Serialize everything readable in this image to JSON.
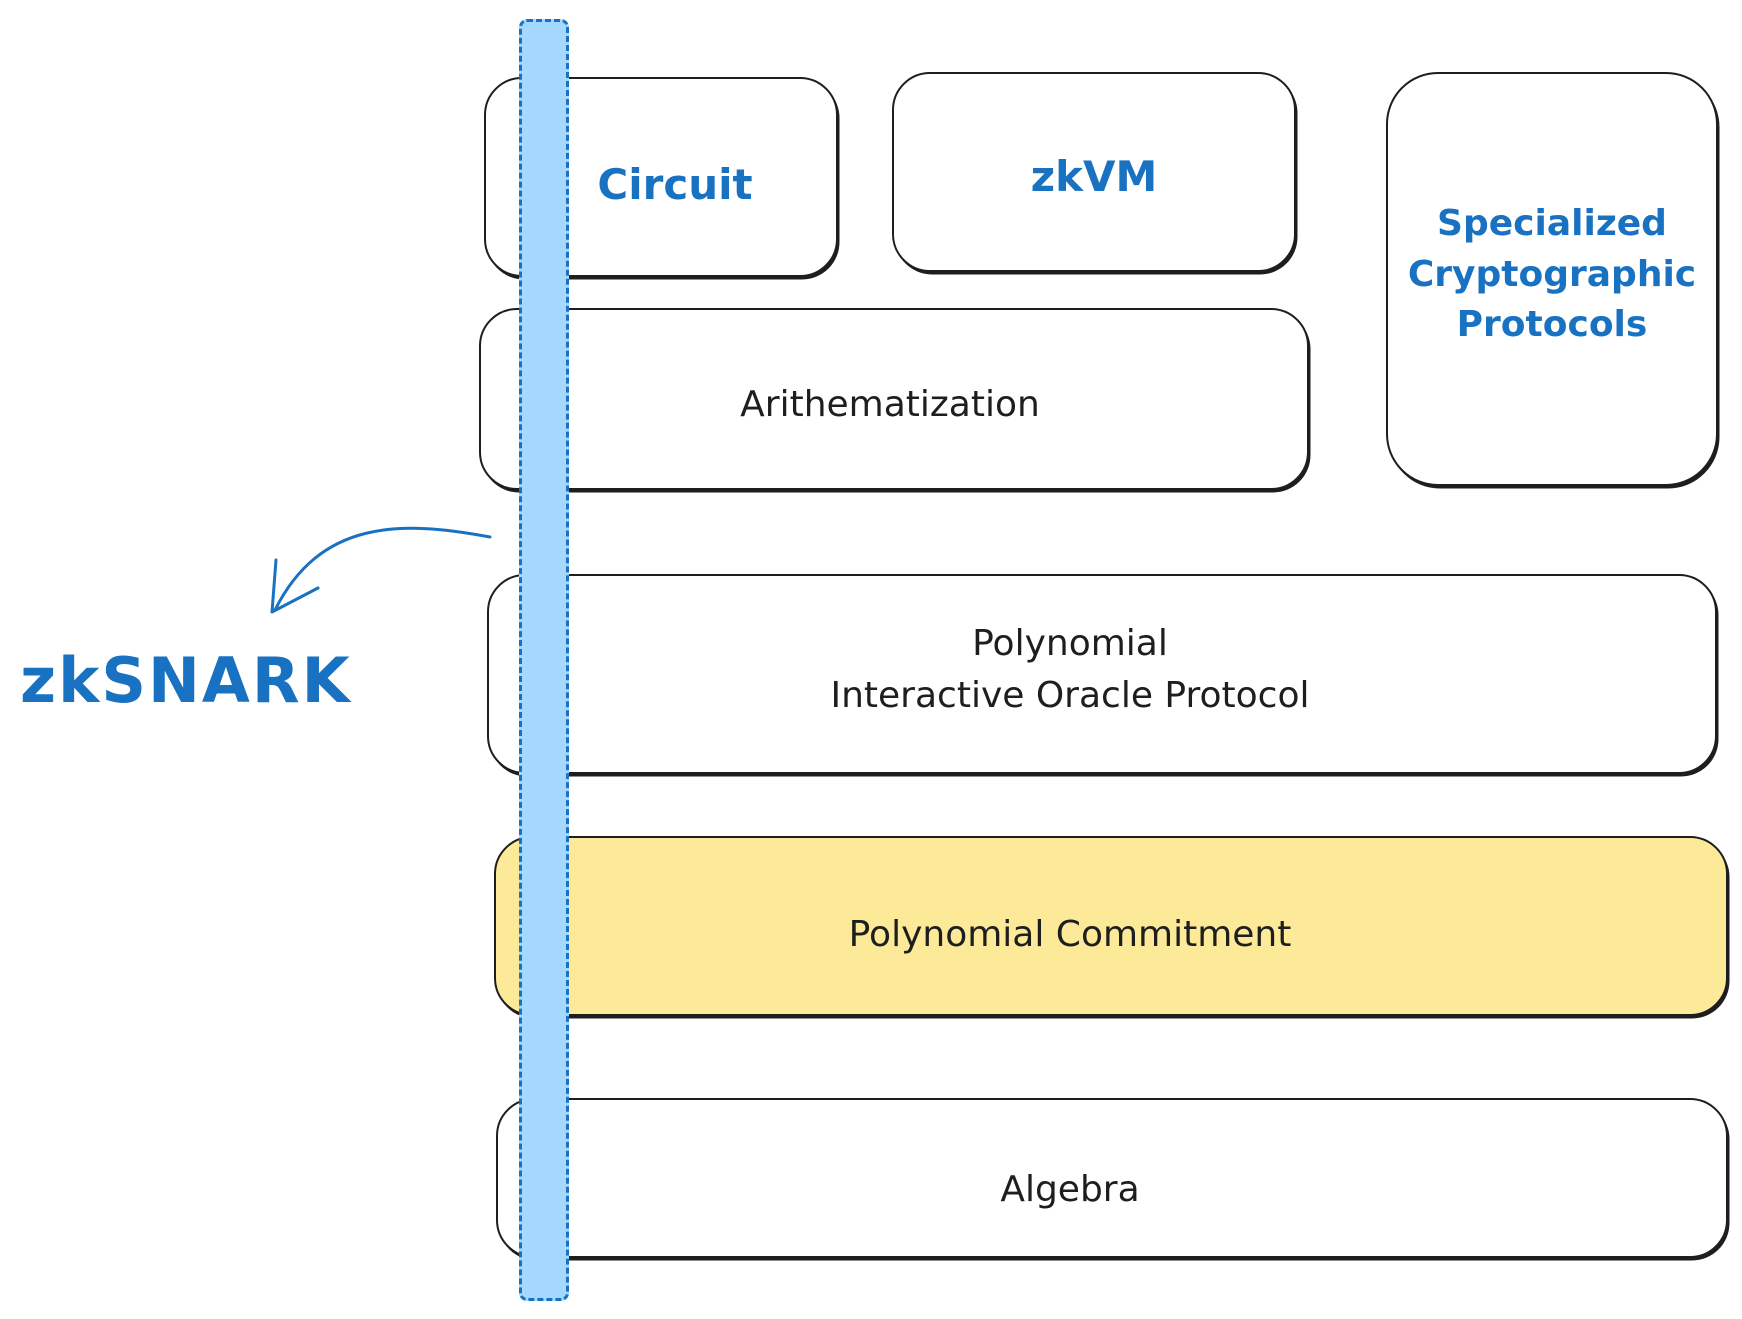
{
  "diagram": {
    "layers": {
      "circuit": "Circuit",
      "zkvm": "zkVM",
      "specialized": "Specialized\nCryptographic\nProtocols",
      "arithmetization": "Arithematization",
      "piop": "Polynomial\nInteractive Oracle Protocol",
      "commitment": "Polynomial Commitment",
      "algebra": "Algebra"
    },
    "annotation": {
      "label": "zkSNARK"
    }
  },
  "colors": {
    "stroke": "#1e1e1e",
    "accent_blue": "#1971c2",
    "band_fill": "#a5d8ff",
    "highlight_fill": "#fcea98"
  }
}
